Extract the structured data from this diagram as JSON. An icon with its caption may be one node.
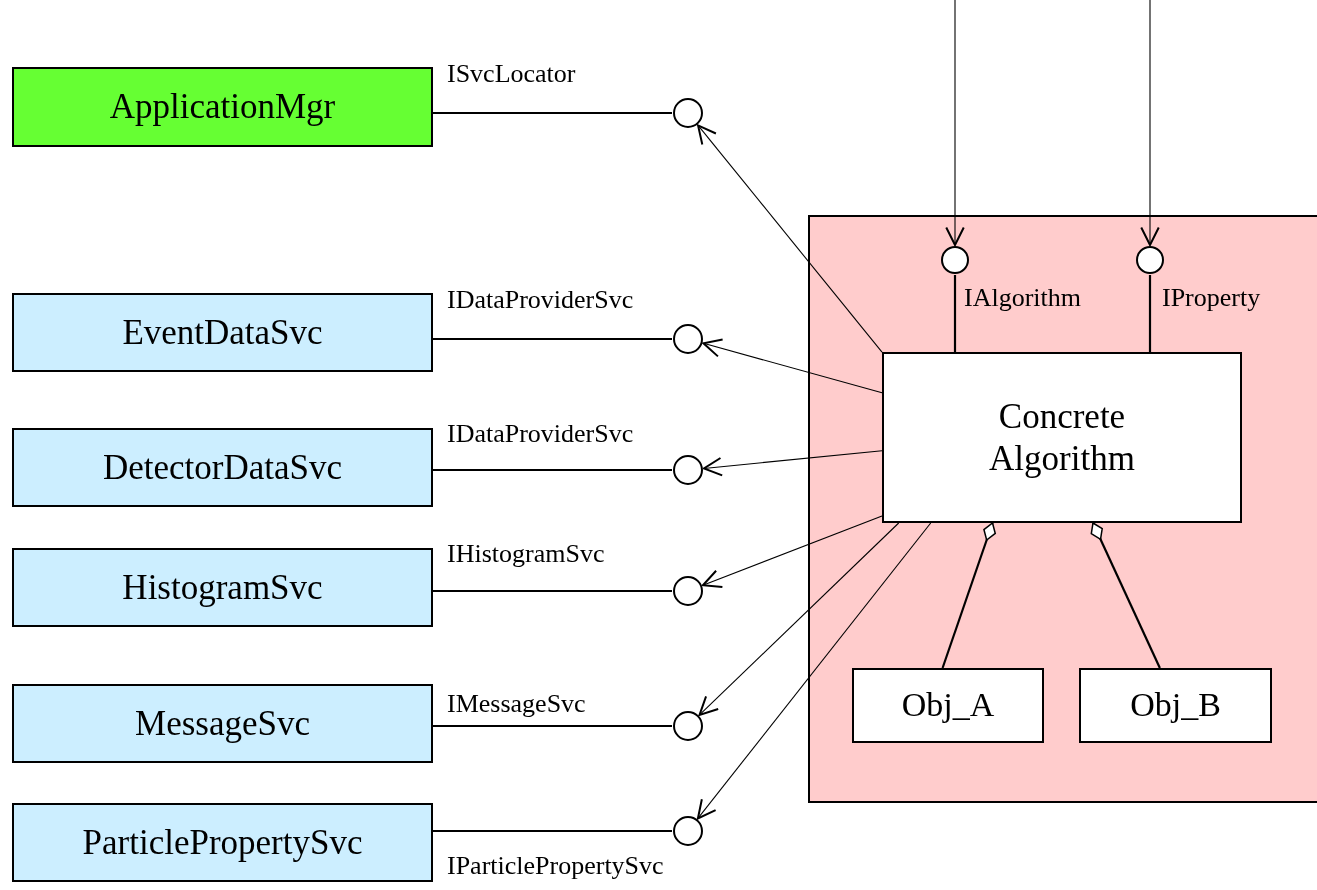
{
  "diagram": {
    "nodes": [
      {
        "text": [
          "ApplicationMgr"
        ]
      },
      {
        "text": [],
        "shape": "circle"
      },
      {
        "text": [
          "EventDataSvc"
        ]
      },
      {
        "text": [],
        "shape": "circle"
      },
      {
        "text": [
          "DetectorDataSvc"
        ]
      },
      {
        "text": [],
        "shape": "circle"
      },
      {
        "text": [
          "HistogramSvc"
        ]
      },
      {
        "text": [],
        "shape": "circle"
      },
      {
        "text": [
          "MessageSvc"
        ]
      },
      {
        "text": [],
        "shape": "circle"
      },
      {
        "text": [
          "ParticlePropertySvc"
        ]
      },
      {
        "text": [],
        "shape": "circle"
      },
      {
        "text": [],
        "shape": "box"
      },
      {
        "text": [],
        "shape": "circle",
        "in": 12
      },
      {
        "text": [],
        "shape": "circle",
        "in": 12
      },
      {
        "text": [
          "Concrete Algorithm"
        ],
        "in": 12
      },
      {
        "text": [
          "Obj_A"
        ],
        "in": 12
      },
      {
        "text": [
          "Obj_B"
        ],
        "in": 12
      }
    ],
    "edges": [
      {
        "from": 0,
        "to": 1,
        "arrow": "none",
        "label": "ISvcLocator"
      },
      {
        "from": 2,
        "to": 3,
        "arrow": "none",
        "label": "IDataProviderSvc"
      },
      {
        "from": 4,
        "to": 5,
        "arrow": "none",
        "label": "IDataProviderSvc"
      },
      {
        "from": 6,
        "to": 7,
        "arrow": "none",
        "label": "IHistogramSvc"
      },
      {
        "from": 8,
        "to": 9,
        "arrow": "none",
        "label": "IMessageSvc"
      },
      {
        "from": 10,
        "to": 11,
        "arrow": "none",
        "label": "IParticlePropertySvc"
      },
      {
        "from": 15,
        "to": 1,
        "arrow": "to"
      },
      {
        "from": 15,
        "to": 3,
        "arrow": "to"
      },
      {
        "from": 15,
        "to": 5,
        "arrow": "to"
      },
      {
        "from": 15,
        "to": 7,
        "arrow": "to"
      },
      {
        "from": 15,
        "to": 9,
        "arrow": "to"
      },
      {
        "from": 15,
        "to": 11,
        "arrow": "to"
      },
      {
        "from": null,
        "to": 13,
        "arrow": "to"
      },
      {
        "from": null,
        "to": 14,
        "arrow": "to"
      },
      {
        "from": 15,
        "to": 13,
        "arrow": "none",
        "label": "IAlgorithm"
      },
      {
        "from": 15,
        "to": 14,
        "arrow": "none",
        "label": "IProperty"
      },
      {
        "from": 15,
        "to": 16,
        "arrow": "other"
      },
      {
        "from": 15,
        "to": 17,
        "arrow": "other"
      }
    ]
  }
}
